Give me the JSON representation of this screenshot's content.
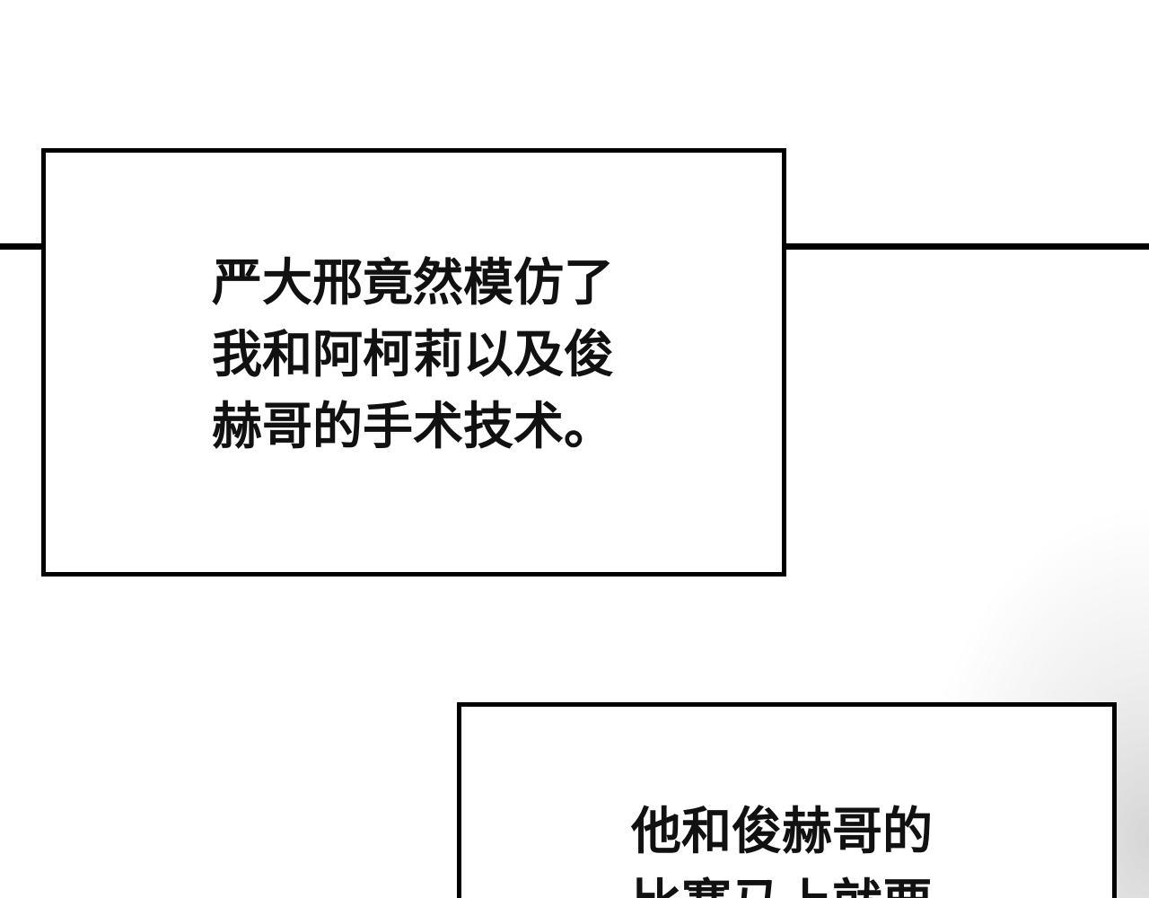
{
  "panel_1": {
    "lines": [
      "严大邢竟然模仿了",
      "我和阿柯莉以及俊",
      "赫哥的手术技术。"
    ]
  },
  "panel_2": {
    "lines": [
      "他和俊赫哥的",
      "比赛马上就要"
    ]
  }
}
